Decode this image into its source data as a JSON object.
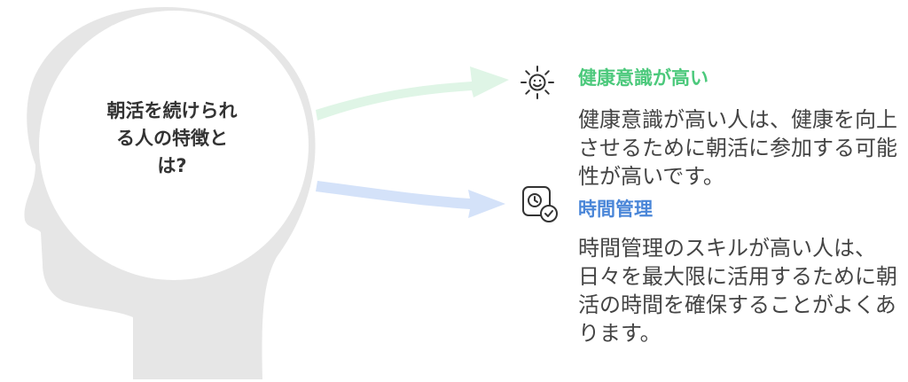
{
  "center": {
    "line1": "朝活を続けられ",
    "line2": "る人の特徴と",
    "line3": "は?"
  },
  "items": [
    {
      "title": "健康意識が高い",
      "description": "健康意識が高い人は、健康を向上させるために朝活に参加する可能性が高いです。",
      "icon": "smiling-sun-icon",
      "color": "#4cc97c",
      "arrow_color": "#dff5e6"
    },
    {
      "title": "時間管理",
      "description": "時間管理のスキルが高い人は、日々を最大限に活用するために朝活の時間を確保することがよくあります。",
      "icon": "clock-check-icon",
      "color": "#4a86d8",
      "arrow_color": "#d4e2f9"
    }
  ],
  "colors": {
    "head": "#e6e6e6",
    "circle": "#ffffff",
    "text": "#333333"
  }
}
